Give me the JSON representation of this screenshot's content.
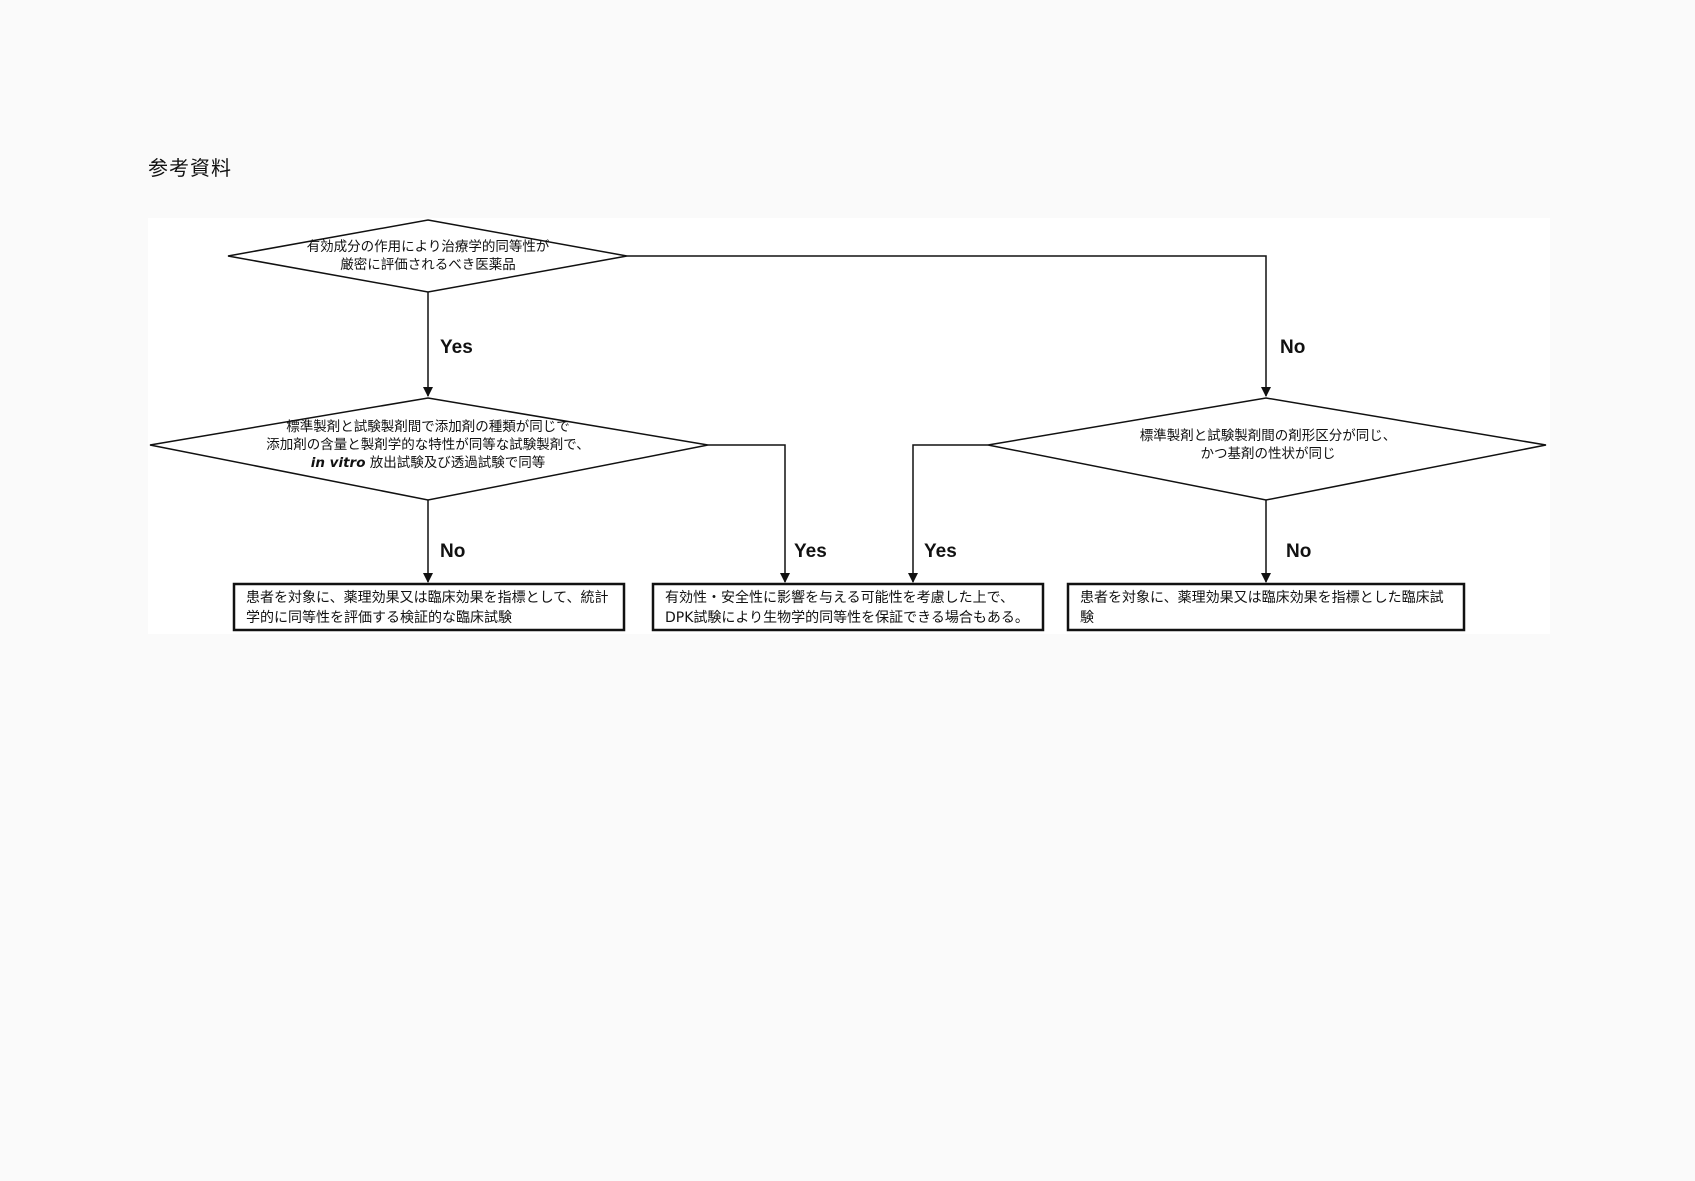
{
  "heading": "参考資料",
  "nodes": {
    "decision_1": {
      "lines": [
        "有効成分の作用により治療学的同等性が",
        "厳密に評価されるべき医薬品"
      ]
    },
    "decision_2": {
      "lines": [
        "標準製剤と試験製剤間で添加剤の種類が同じで",
        "添加剤の含量と製剤学的な特性が同等な試験製剤で、"
      ],
      "line3_italic": "in vitro",
      "line3_rest": " 放出試験及び透過試験で同等"
    },
    "decision_3": {
      "lines": [
        "標準製剤と試験製剤間の剤形区分が同じ、",
        "かつ基剤の性状が同じ"
      ]
    },
    "outcome_left": {
      "text": "患者を対象に、薬理効果又は臨床効果を指標として、統計学的に同等性を評価する検証的な臨床試験"
    },
    "outcome_middle": {
      "text": "有効性・安全性に影響を与える可能性を考慮した上で、DPK試験により生物学的同等性を保証できる場合もある。"
    },
    "outcome_right": {
      "text": "患者を対象に、薬理効果又は臨床効果を指標とした臨床試験"
    }
  },
  "edge_labels": {
    "d1_yes": "Yes",
    "d1_no": "No",
    "d2_no": "No",
    "d2_yes": "Yes",
    "d3_yes": "Yes",
    "d3_no": "No"
  },
  "colors": {
    "line": "#111111",
    "panel": "#ffffff",
    "page": "#fafafa"
  }
}
